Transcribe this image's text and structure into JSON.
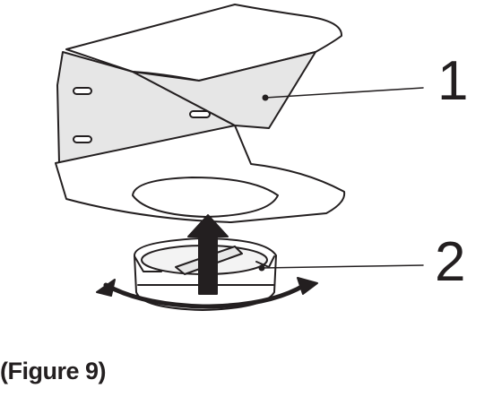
{
  "callouts": [
    {
      "label": "1"
    },
    {
      "label": "2"
    }
  ],
  "caption": "(Figure 9)",
  "colors": {
    "line": "#231f20",
    "panel_fill": "#e6e6e6",
    "panel_fill_light": "#f3f3f3",
    "arrow": "#231f20"
  }
}
